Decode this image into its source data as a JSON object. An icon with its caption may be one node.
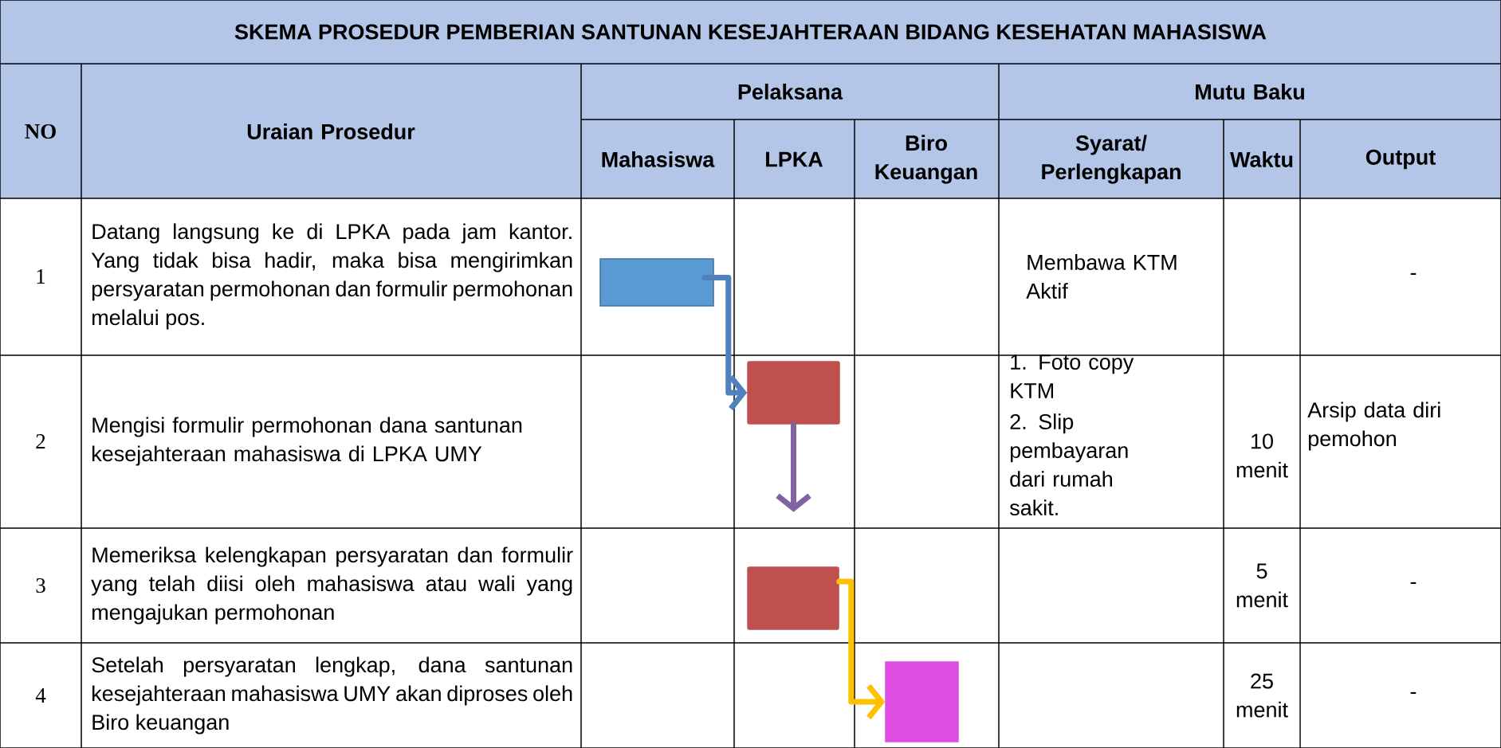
{
  "diagram": {
    "title": "SKEMA PROSEDUR PEMBERIAN SANTUNAN KESEJAHTERAAN BIDANG KESEHATAN MAHASISWA",
    "nodes": [
      {
        "text": [],
        "shape": "box"
      },
      {
        "text": [],
        "shape": "box"
      },
      {
        "text": [],
        "shape": "box"
      },
      {
        "text": [],
        "shape": "box"
      }
    ],
    "edges": [
      {
        "from": 0,
        "to": 1,
        "arrow": "to",
        "color": "#4f81bd"
      },
      {
        "from": 1,
        "to": null,
        "arrow": "to",
        "color": "#8064a2"
      },
      {
        "from": 2,
        "to": 3,
        "arrow": "to",
        "color": "#ffc000"
      }
    ],
    "labels": [
      "NO",
      "Uraian Prosedur",
      "Pelaksana",
      "Mutu Baku",
      "Mahasiswa",
      "LPKA",
      "Biro Keuangan",
      "Syarat/ Perlengkapan",
      "Waktu",
      "Output",
      "1",
      "Datang langsung ke di LPKA pada jam kantor. Yang tidak bisa hadir, maka bisa mengirimkan persyaratan permohonan dan formulir permohonan melalui pos.",
      "Membawa KTM Aktif",
      "-",
      "2",
      "Mengisi formulir permohonan dana santunan kesejahteraan mahasiswa di LPKA UMY",
      "1. Foto copy KTM",
      "2. Slip pembayaran dari rumah sakit.",
      "10 menit",
      "Arsip data diri pemohon",
      "3",
      "Memeriksa kelengkapan persyaratan dan formulir yang telah diisi oleh mahasiswa atau wali yang mengajukan permohonan",
      "5 menit",
      "-",
      "4",
      "Setelah persyaratan lengkap, dana santunan kesejahteraan mahasiswa UMY akan diproses oleh Biro keuangan",
      "25 menit",
      "-"
    ]
  }
}
